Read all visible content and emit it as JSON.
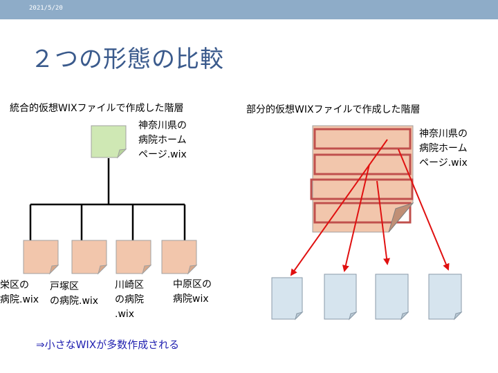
{
  "header": {
    "date": "2021/5/20"
  },
  "slide": {
    "title": "２つの形態の比較"
  },
  "left": {
    "heading": "統合的仮想WIXファイルで作成した階層",
    "root_label": [
      "神奈川県の",
      "病院ホーム",
      "ページ.wix"
    ],
    "children": [
      {
        "lines": [
          "栄区の",
          "病院.wix"
        ]
      },
      {
        "lines": [
          "戸塚区",
          "の病院.wix"
        ]
      },
      {
        "lines": [
          "川崎区",
          "の病院",
          ".wix"
        ]
      },
      {
        "lines": [
          "中原区の",
          "病院wix"
        ]
      }
    ]
  },
  "right": {
    "heading": "部分的仮想WIXファイルで作成した階層",
    "root_label": [
      "神奈川県の",
      "病院ホーム",
      "ページ.wix"
    ]
  },
  "note": "⇒小さなWIXが多数作成される",
  "colors": {
    "header_bar": "#8eacc8",
    "title": "#3a5a8c",
    "root_doc": "#cfe8b4",
    "child_doc": "#f2c6ac",
    "section_border": "#c0504d",
    "target_doc": "#d6e4ee",
    "arrow": "#e01010",
    "note": "#1f1fb0"
  }
}
